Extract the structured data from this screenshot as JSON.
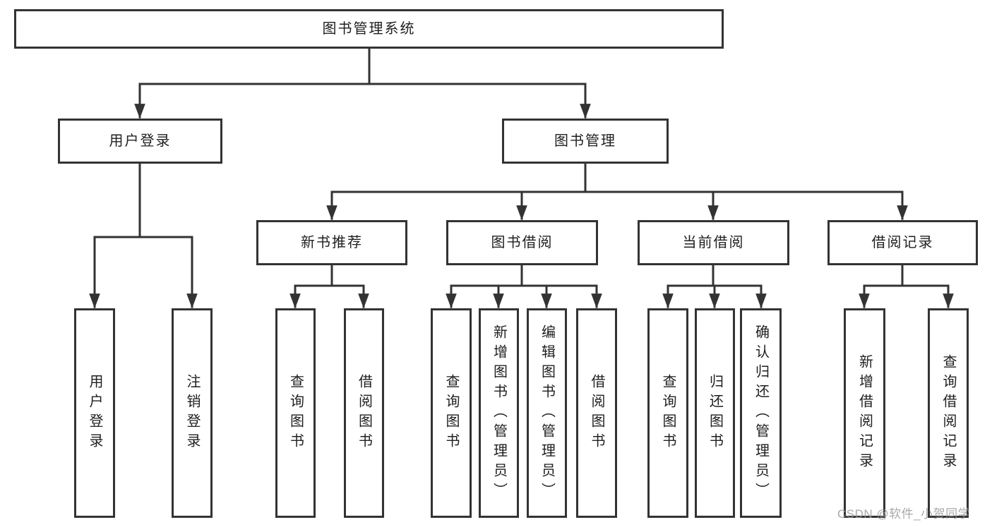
{
  "colors": {
    "line": "#333333",
    "box_border": "#333333",
    "box_fill": "#ffffff",
    "text": "#1f1f1f",
    "watermark": "#969696"
  },
  "tree": {
    "root": {
      "label": "图书管理系统"
    },
    "branches": [
      {
        "label": "用户登录",
        "leaves": [
          {
            "label": "用户登录"
          },
          {
            "label": "注销登录"
          }
        ]
      },
      {
        "label": "图书管理",
        "groups": [
          {
            "label": "新书推荐",
            "leaves": [
              {
                "label": "查询图书"
              },
              {
                "label": "借阅图书"
              }
            ]
          },
          {
            "label": "图书借阅",
            "leaves": [
              {
                "label": "查询图书"
              },
              {
                "label": "新增图书（管理员）"
              },
              {
                "label": "编辑图书（管理员）"
              },
              {
                "label": "借阅图书"
              }
            ]
          },
          {
            "label": "当前借阅",
            "leaves": [
              {
                "label": "查询图书"
              },
              {
                "label": "归还图书"
              },
              {
                "label": "确认归还（管理员）"
              }
            ]
          },
          {
            "label": "借阅记录",
            "leaves": [
              {
                "label": "新增借阅记录"
              },
              {
                "label": "查询借阅记录"
              }
            ]
          }
        ]
      }
    ]
  },
  "watermark": {
    "text": "CSDN @软件_小贺同学"
  }
}
